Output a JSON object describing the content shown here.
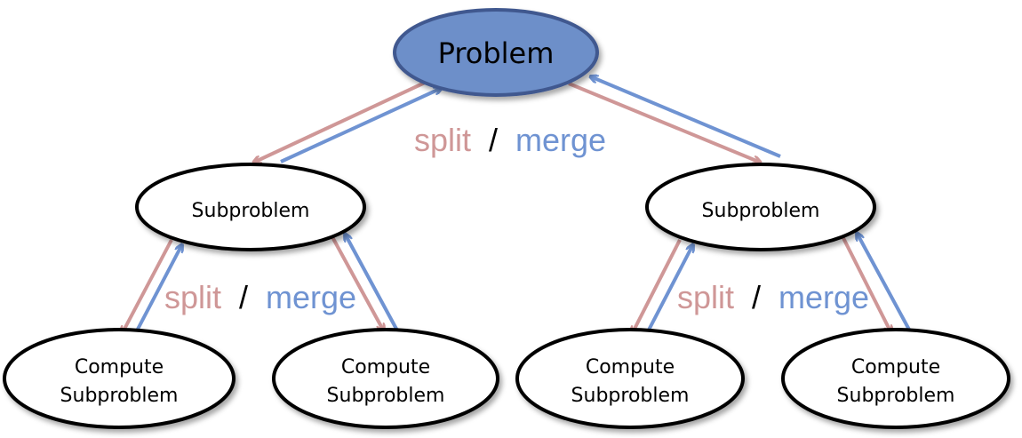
{
  "diagram": {
    "colors": {
      "split": "#cf9797",
      "merge": "#6f93d2",
      "root_fill": "#6d8fc9",
      "root_stroke": "#40588f",
      "node_fill": "#ffffff",
      "node_stroke": "#000000",
      "slash": "#000000"
    },
    "root": {
      "label": "Problem"
    },
    "subproblems": [
      {
        "label": "Subproblem"
      },
      {
        "label": "Subproblem"
      }
    ],
    "leaves": [
      {
        "line1": "Compute",
        "line2": "Subproblem"
      },
      {
        "line1": "Compute",
        "line2": "Subproblem"
      },
      {
        "line1": "Compute",
        "line2": "Subproblem"
      },
      {
        "line1": "Compute",
        "line2": "Subproblem"
      }
    ],
    "edge_labels": [
      {
        "split": "split",
        "slash": "/",
        "merge": "merge"
      },
      {
        "split": "split",
        "slash": "/",
        "merge": "merge"
      },
      {
        "split": "split",
        "slash": "/",
        "merge": "merge"
      }
    ]
  }
}
